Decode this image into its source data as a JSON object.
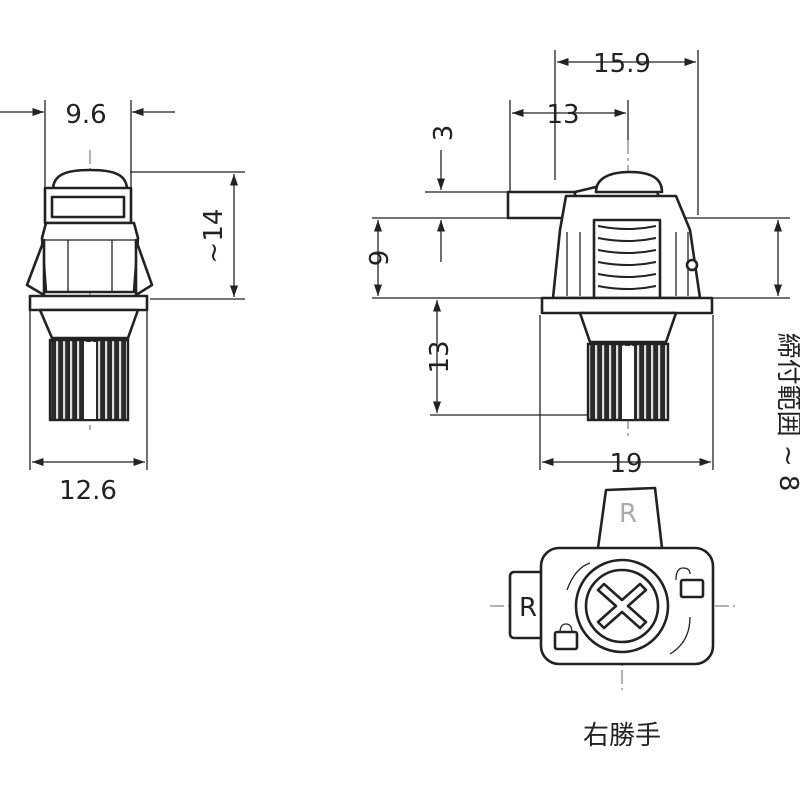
{
  "dimensions": {
    "front_top_width": "9.6",
    "front_height": "~14",
    "front_bottom_width": "12.6",
    "side_top_total": "15.9",
    "side_top_inner": "13",
    "side_lever_height": "3",
    "side_flange_height": "9",
    "side_thread_height": "13",
    "side_bottom_width": "19",
    "fastening_range": "締付範囲 ~ 8"
  },
  "bottom_view": {
    "caption": "右勝手",
    "marker_letter": "R"
  },
  "colors": {
    "line": "#222222",
    "background": "#ffffff"
  }
}
